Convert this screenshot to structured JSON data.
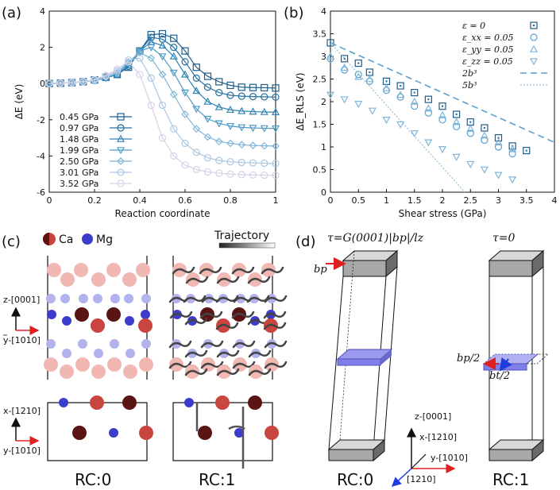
{
  "panels": {
    "a": {
      "label": "(a)"
    },
    "b": {
      "label": "(b)"
    },
    "c": {
      "label": "(c)"
    },
    "d": {
      "label": "(d)"
    }
  },
  "panel_c": {
    "legend_ca": "Ca",
    "legend_mg": "Mg",
    "trajectory_label": "Trajectory",
    "axis_z": "z-[0001]",
    "axis_y": "y-[1010]",
    "axis_x": "x-[1210]",
    "caption_left": "RC:0",
    "caption_right": "RC:1",
    "colors": {
      "ca": "#c8463f",
      "ca_dark": "#5a1414",
      "ca_light": "#f0b7b3",
      "mg": "#3c3ccd",
      "mg_light": "#b2b2ec"
    }
  },
  "panel_d": {
    "title_left": "τ=G(0001)|bp|/lz",
    "title_right": "τ=0",
    "label_bp": "bp",
    "label_bp2": "bp/2",
    "label_bt2": "bt/2",
    "axis_z": "z-[0001]",
    "axis_x": "x-[1210]",
    "axis_y": "y-[1010]",
    "axis_d": "[1210]",
    "caption_left": "RC:0",
    "caption_right": "RC:1",
    "colors": {
      "slab": "#7f7fe8",
      "block": "#a8a8a8"
    }
  },
  "chart_data": [
    {
      "type": "line",
      "panel": "a",
      "xlabel": "Reaction coordinate",
      "ylabel": "ΔE (eV)",
      "xlim": [
        0,
        1
      ],
      "ylim": [
        -6,
        4
      ],
      "xticks": [
        0,
        0.2,
        0.4,
        0.6,
        0.8,
        1
      ],
      "yticks": [
        -6,
        -4,
        -2,
        0,
        2,
        4
      ],
      "legend_position": "bottom-left",
      "series": [
        {
          "name": "0.45 GPa",
          "marker": "square",
          "color": "#1f5d8a",
          "x": [
            0,
            0.05,
            0.1,
            0.15,
            0.2,
            0.25,
            0.3,
            0.35,
            0.4,
            0.45,
            0.5,
            0.55,
            0.6,
            0.65,
            0.7,
            0.75,
            0.8,
            0.85,
            0.9,
            0.95,
            1
          ],
          "y": [
            0,
            0.02,
            0.05,
            0.1,
            0.2,
            0.35,
            0.5,
            0.9,
            1.8,
            2.7,
            2.75,
            2.5,
            1.8,
            0.9,
            0.4,
            0.1,
            -0.1,
            -0.2,
            -0.22,
            -0.23,
            -0.25
          ]
        },
        {
          "name": "0.97 GPa",
          "marker": "circle",
          "color": "#2470a0",
          "x": [
            0,
            0.05,
            0.1,
            0.15,
            0.2,
            0.25,
            0.3,
            0.35,
            0.4,
            0.45,
            0.5,
            0.55,
            0.6,
            0.65,
            0.7,
            0.75,
            0.8,
            0.85,
            0.9,
            0.95,
            1
          ],
          "y": [
            0,
            0.02,
            0.05,
            0.1,
            0.18,
            0.33,
            0.5,
            0.95,
            1.8,
            2.55,
            2.45,
            2.0,
            1.2,
            0.3,
            -0.2,
            -0.5,
            -0.65,
            -0.7,
            -0.72,
            -0.73,
            -0.75
          ]
        },
        {
          "name": "1.48 GPa",
          "marker": "triangle-up",
          "color": "#2f84b5",
          "x": [
            0,
            0.05,
            0.1,
            0.15,
            0.2,
            0.25,
            0.3,
            0.35,
            0.4,
            0.45,
            0.5,
            0.55,
            0.6,
            0.65,
            0.7,
            0.75,
            0.8,
            0.85,
            0.9,
            0.95,
            1
          ],
          "y": [
            0,
            0.02,
            0.05,
            0.1,
            0.18,
            0.3,
            0.5,
            1.0,
            1.8,
            2.3,
            2.1,
            1.5,
            0.5,
            -0.4,
            -1.0,
            -1.3,
            -1.45,
            -1.52,
            -1.55,
            -1.57,
            -1.58
          ]
        },
        {
          "name": "1.99 GPa",
          "marker": "triangle-down",
          "color": "#4f9ac6",
          "x": [
            0,
            0.05,
            0.1,
            0.15,
            0.2,
            0.25,
            0.3,
            0.35,
            0.4,
            0.45,
            0.5,
            0.55,
            0.6,
            0.65,
            0.7,
            0.75,
            0.8,
            0.85,
            0.9,
            0.95,
            1
          ],
          "y": [
            0,
            0.02,
            0.05,
            0.1,
            0.18,
            0.3,
            0.55,
            1.1,
            1.8,
            2.0,
            1.5,
            0.6,
            -0.5,
            -1.4,
            -1.95,
            -2.2,
            -2.35,
            -2.42,
            -2.45,
            -2.47,
            -2.48
          ]
        },
        {
          "name": "2.50 GPa",
          "marker": "diamond",
          "color": "#7fb5d8",
          "x": [
            0,
            0.05,
            0.1,
            0.15,
            0.2,
            0.25,
            0.3,
            0.35,
            0.4,
            0.45,
            0.5,
            0.55,
            0.6,
            0.65,
            0.7,
            0.75,
            0.8,
            0.85,
            0.9,
            0.95,
            1
          ],
          "y": [
            0,
            0.02,
            0.05,
            0.1,
            0.2,
            0.35,
            0.6,
            1.2,
            1.7,
            1.4,
            0.5,
            -0.6,
            -1.7,
            -2.5,
            -2.95,
            -3.2,
            -3.3,
            -3.38,
            -3.42,
            -3.44,
            -3.45
          ]
        },
        {
          "name": "3.01 GPa",
          "marker": "pentagon",
          "color": "#aac8e2",
          "x": [
            0,
            0.05,
            0.1,
            0.15,
            0.2,
            0.25,
            0.3,
            0.35,
            0.4,
            0.45,
            0.5,
            0.55,
            0.6,
            0.65,
            0.7,
            0.75,
            0.8,
            0.85,
            0.9,
            0.95,
            1
          ],
          "y": [
            0,
            0.02,
            0.05,
            0.1,
            0.2,
            0.4,
            0.7,
            1.3,
            1.4,
            0.3,
            -1.2,
            -2.5,
            -3.3,
            -3.8,
            -4.1,
            -4.25,
            -4.32,
            -4.36,
            -4.38,
            -4.4,
            -4.42
          ]
        },
        {
          "name": "3.52 GPa",
          "marker": "hexagon",
          "color": "#d6d0e8",
          "x": [
            0,
            0.05,
            0.1,
            0.15,
            0.2,
            0.25,
            0.3,
            0.35,
            0.4,
            0.45,
            0.5,
            0.55,
            0.6,
            0.65,
            0.7,
            0.75,
            0.8,
            0.85,
            0.9,
            0.95,
            1
          ],
          "y": [
            0,
            0.02,
            0.05,
            0.1,
            0.22,
            0.45,
            0.8,
            1.2,
            0.5,
            -1.2,
            -3.0,
            -4.0,
            -4.5,
            -4.75,
            -4.88,
            -4.95,
            -5.0,
            -5.03,
            -5.05,
            -5.06,
            -5.07
          ]
        }
      ]
    },
    {
      "type": "scatter",
      "panel": "b",
      "xlabel": "Shear stress (GPa)",
      "ylabel": "ΔE_RLS (eV)",
      "xlim": [
        0,
        4
      ],
      "ylim": [
        0,
        4
      ],
      "xticks": [
        0,
        0.5,
        1,
        1.5,
        2,
        2.5,
        3,
        3.5,
        4
      ],
      "yticks": [
        0,
        0.5,
        1,
        1.5,
        2,
        2.5,
        3,
        3.5,
        4
      ],
      "legend_position": "top-right",
      "series": [
        {
          "name": "ε = 0",
          "marker": "dotted-square",
          "color": "#1f5d8a",
          "x": [
            0,
            0.25,
            0.5,
            0.7,
            1.0,
            1.25,
            1.5,
            1.75,
            2.0,
            2.25,
            2.5,
            2.75,
            3.0,
            3.25,
            3.5
          ],
          "y": [
            3.3,
            2.95,
            2.85,
            2.65,
            2.45,
            2.35,
            2.2,
            2.05,
            1.9,
            1.72,
            1.55,
            1.42,
            1.2,
            1.02,
            0.92
          ]
        },
        {
          "name": "ε_xx = 0.05",
          "marker": "circle",
          "color": "#5aa0d0",
          "x": [
            0,
            0.25,
            0.5,
            0.7,
            1.0,
            1.25,
            1.5,
            1.75,
            2.0,
            2.25,
            2.5,
            2.75,
            3.0,
            3.25
          ],
          "y": [
            2.95,
            2.7,
            2.6,
            2.45,
            2.25,
            2.1,
            1.9,
            1.75,
            1.6,
            1.45,
            1.3,
            1.15,
            1.0,
            0.85
          ]
        },
        {
          "name": "ε_yy = 0.05",
          "marker": "triangle-up",
          "color": "#7fb5d8",
          "x": [
            0,
            0.25,
            0.5,
            0.7,
            1.0,
            1.25,
            1.5,
            1.75,
            2.0,
            2.25,
            2.5,
            2.75,
            3.0,
            3.25
          ],
          "y": [
            3.0,
            2.75,
            2.55,
            2.5,
            2.3,
            2.15,
            2.0,
            1.85,
            1.7,
            1.55,
            1.4,
            1.25,
            1.1,
            0.95
          ]
        },
        {
          "name": "ε_zz = 0.05",
          "marker": "triangle-down",
          "color": "#7fb5d8",
          "x": [
            0,
            0.25,
            0.5,
            0.75,
            1.0,
            1.25,
            1.5,
            1.75,
            2.0,
            2.25,
            2.5,
            2.75,
            3.0,
            3.25
          ],
          "y": [
            2.15,
            2.05,
            1.95,
            1.8,
            1.6,
            1.5,
            1.3,
            1.1,
            0.95,
            0.78,
            0.62,
            0.5,
            0.38,
            0.28
          ]
        },
        {
          "name": "2b³",
          "style": "dashed",
          "color": "#5aa0d0",
          "x": [
            0,
            4
          ],
          "y": [
            3.3,
            1.1
          ]
        },
        {
          "name": "5b³",
          "style": "dotted",
          "color": "#7fb5d8",
          "x": [
            0,
            2.4
          ],
          "y": [
            3.3,
            0
          ]
        }
      ]
    }
  ]
}
